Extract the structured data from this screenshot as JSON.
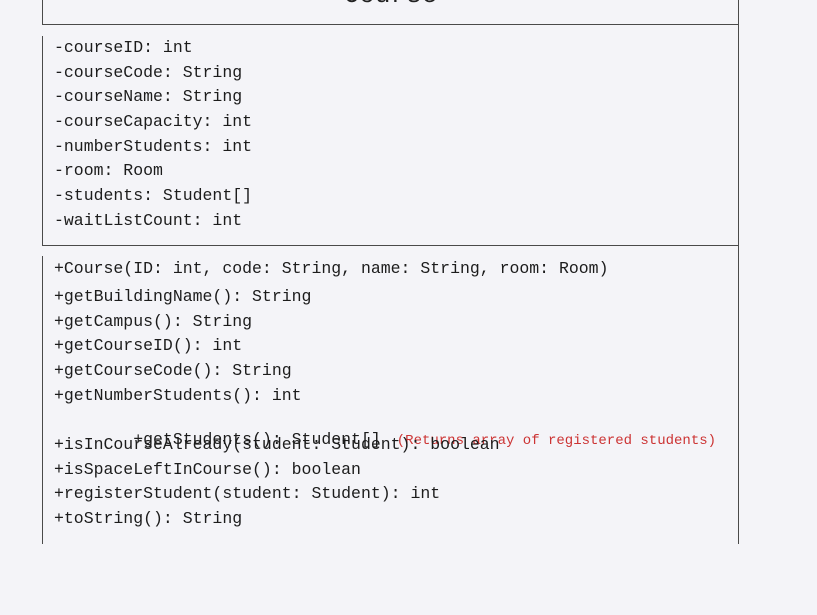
{
  "class": {
    "name": "Course"
  },
  "attributes": [
    "-courseID: int",
    "-courseCode: String",
    "-courseName: String",
    "-courseCapacity: int",
    "-numberStudents: int",
    "-room: Room",
    "-students: Student[]",
    "-waitListCount: int"
  ],
  "methods": [
    "+Course(ID: int, code: String, name: String, room: Room)",
    "+getBuildingName(): String",
    "+getCampus(): String",
    "+getCourseID(): int",
    "+getCourseCode(): String",
    "+getNumberStudents(): int",
    "+getStudents(): Student[]",
    "+isInCourseAlready(student: Student): boolean",
    "+isSpaceLeftInCourse(): boolean",
    "+registerStudent(student: Student): int",
    "+toString(): String"
  ],
  "notes": {
    "get_students_note": "(Returns array of registered students)"
  },
  "colors": {
    "background": "#f4f4f8",
    "border": "#4a4a4a",
    "text": "#1c1c1c",
    "note": "#cc3333"
  }
}
